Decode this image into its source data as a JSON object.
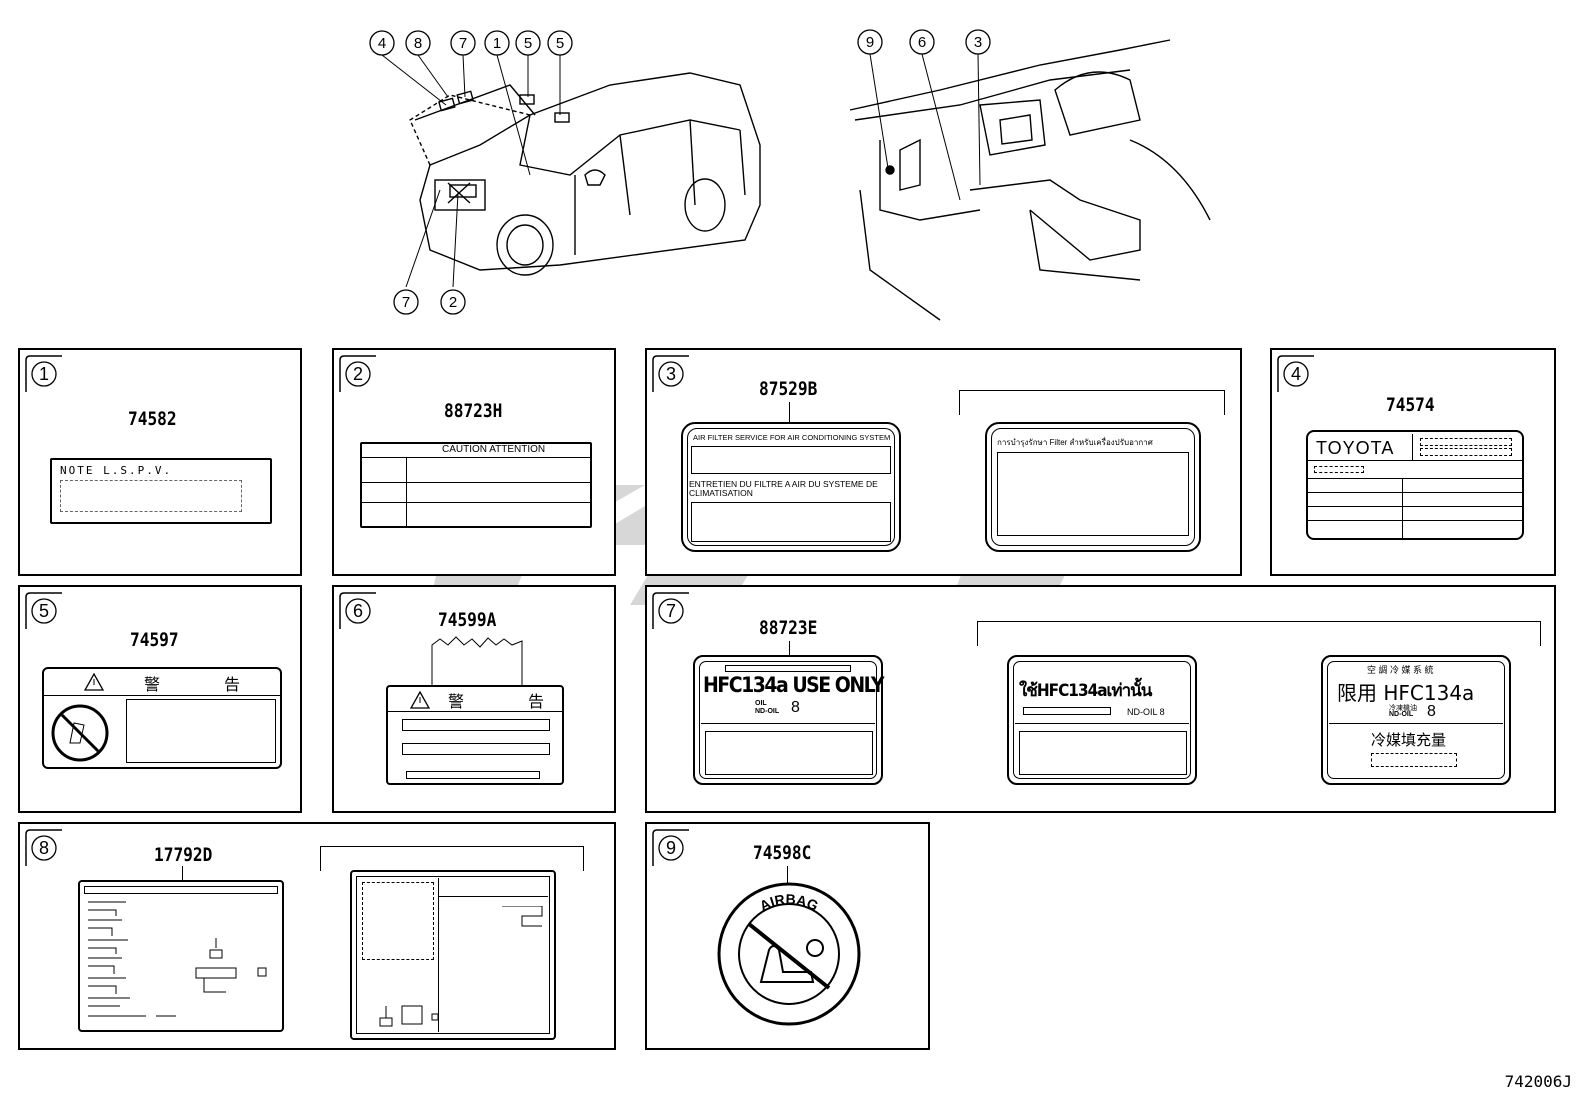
{
  "diagram": {
    "footer_code": "742006J",
    "vehicle_callouts": {
      "top_left": [
        "4",
        "8",
        "7",
        "1",
        "5",
        "5"
      ],
      "bottom_left": [
        "7",
        "2"
      ],
      "interior": [
        "9",
        "6",
        "3"
      ]
    },
    "panels": [
      {
        "num": "1",
        "code": "74582",
        "note_text": "NOTE  L.S.P.V."
      },
      {
        "num": "2",
        "code": "88723H",
        "header_text": "CAUTION    ATTENTION"
      },
      {
        "num": "3",
        "code": "87529B",
        "label_a_top": "AIR FILTER SERVICE FOR AIR CONDITIONING SYSTEM",
        "label_a_mid": "ENTRETIEN DU FILTRE A AIR DU SYSTEME DE CLIMATISATION",
        "label_b_top": "การบำรุงรักษา Filter สำหรับเครื่องปรับอากาศ"
      },
      {
        "num": "4",
        "code": "74574",
        "brand": "TOYOTA"
      },
      {
        "num": "5",
        "code": "74597",
        "warn_a": "警",
        "warn_b": "告"
      },
      {
        "num": "6",
        "code": "74599A",
        "warn_a": "警",
        "warn_b": "告"
      },
      {
        "num": "7",
        "code": "88723E",
        "en_main": "HFC134a USE ONLY",
        "en_oil_a": "OIL",
        "en_oil_b": "ND-OIL",
        "en_oil_num": "8",
        "th_main": "ใช้HFC134aเท่านั้น",
        "th_oil": "ND-OIL 8",
        "jp_top": "空 調 冷 媒 系 統",
        "jp_main": "限用  HFC134a",
        "jp_oil_a": "冷凍機油",
        "jp_oil_b": "ND-OIL",
        "jp_oil_num": "8",
        "jp_fill": "冷媒填充量"
      },
      {
        "num": "8",
        "code": "17792D"
      },
      {
        "num": "9",
        "code": "74598C",
        "airbag": "AIRBAG"
      }
    ]
  }
}
